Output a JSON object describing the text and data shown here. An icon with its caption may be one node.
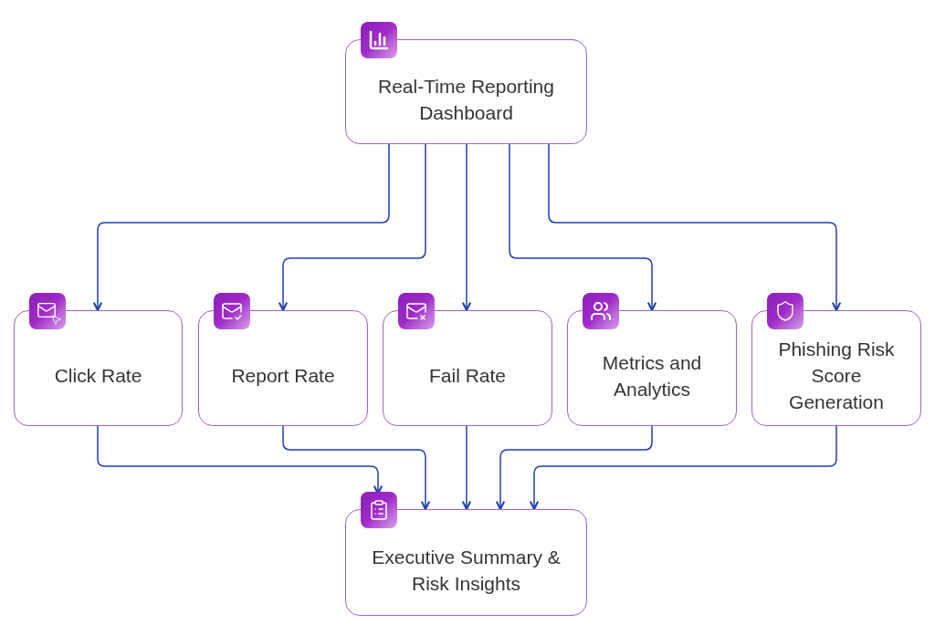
{
  "diagram": {
    "nodes": [
      {
        "text": [
          "Real-Time Reporting Dashboard"
        ]
      },
      {
        "text": [
          "Click Rate"
        ]
      },
      {
        "text": [
          "Report Rate"
        ]
      },
      {
        "text": [
          "Fail Rate"
        ]
      },
      {
        "text": [
          "Metrics and Analytics"
        ]
      },
      {
        "text": [
          "Phishing Risk Score Generation"
        ]
      },
      {
        "text": [
          "Executive Summary & Risk Insights"
        ]
      }
    ],
    "edges": [
      {
        "from": 0,
        "to": 1,
        "arrow": "to"
      },
      {
        "from": 0,
        "to": 2,
        "arrow": "to"
      },
      {
        "from": 0,
        "to": 3,
        "arrow": "to"
      },
      {
        "from": 0,
        "to": 4,
        "arrow": "to"
      },
      {
        "from": 0,
        "to": 5,
        "arrow": "to"
      },
      {
        "from": 1,
        "to": 6,
        "arrow": "to"
      },
      {
        "from": 2,
        "to": 6,
        "arrow": "to"
      },
      {
        "from": 3,
        "to": 6,
        "arrow": "to"
      },
      {
        "from": 4,
        "to": 6,
        "arrow": "to"
      },
      {
        "from": 5,
        "to": 6,
        "arrow": "to"
      }
    ]
  }
}
